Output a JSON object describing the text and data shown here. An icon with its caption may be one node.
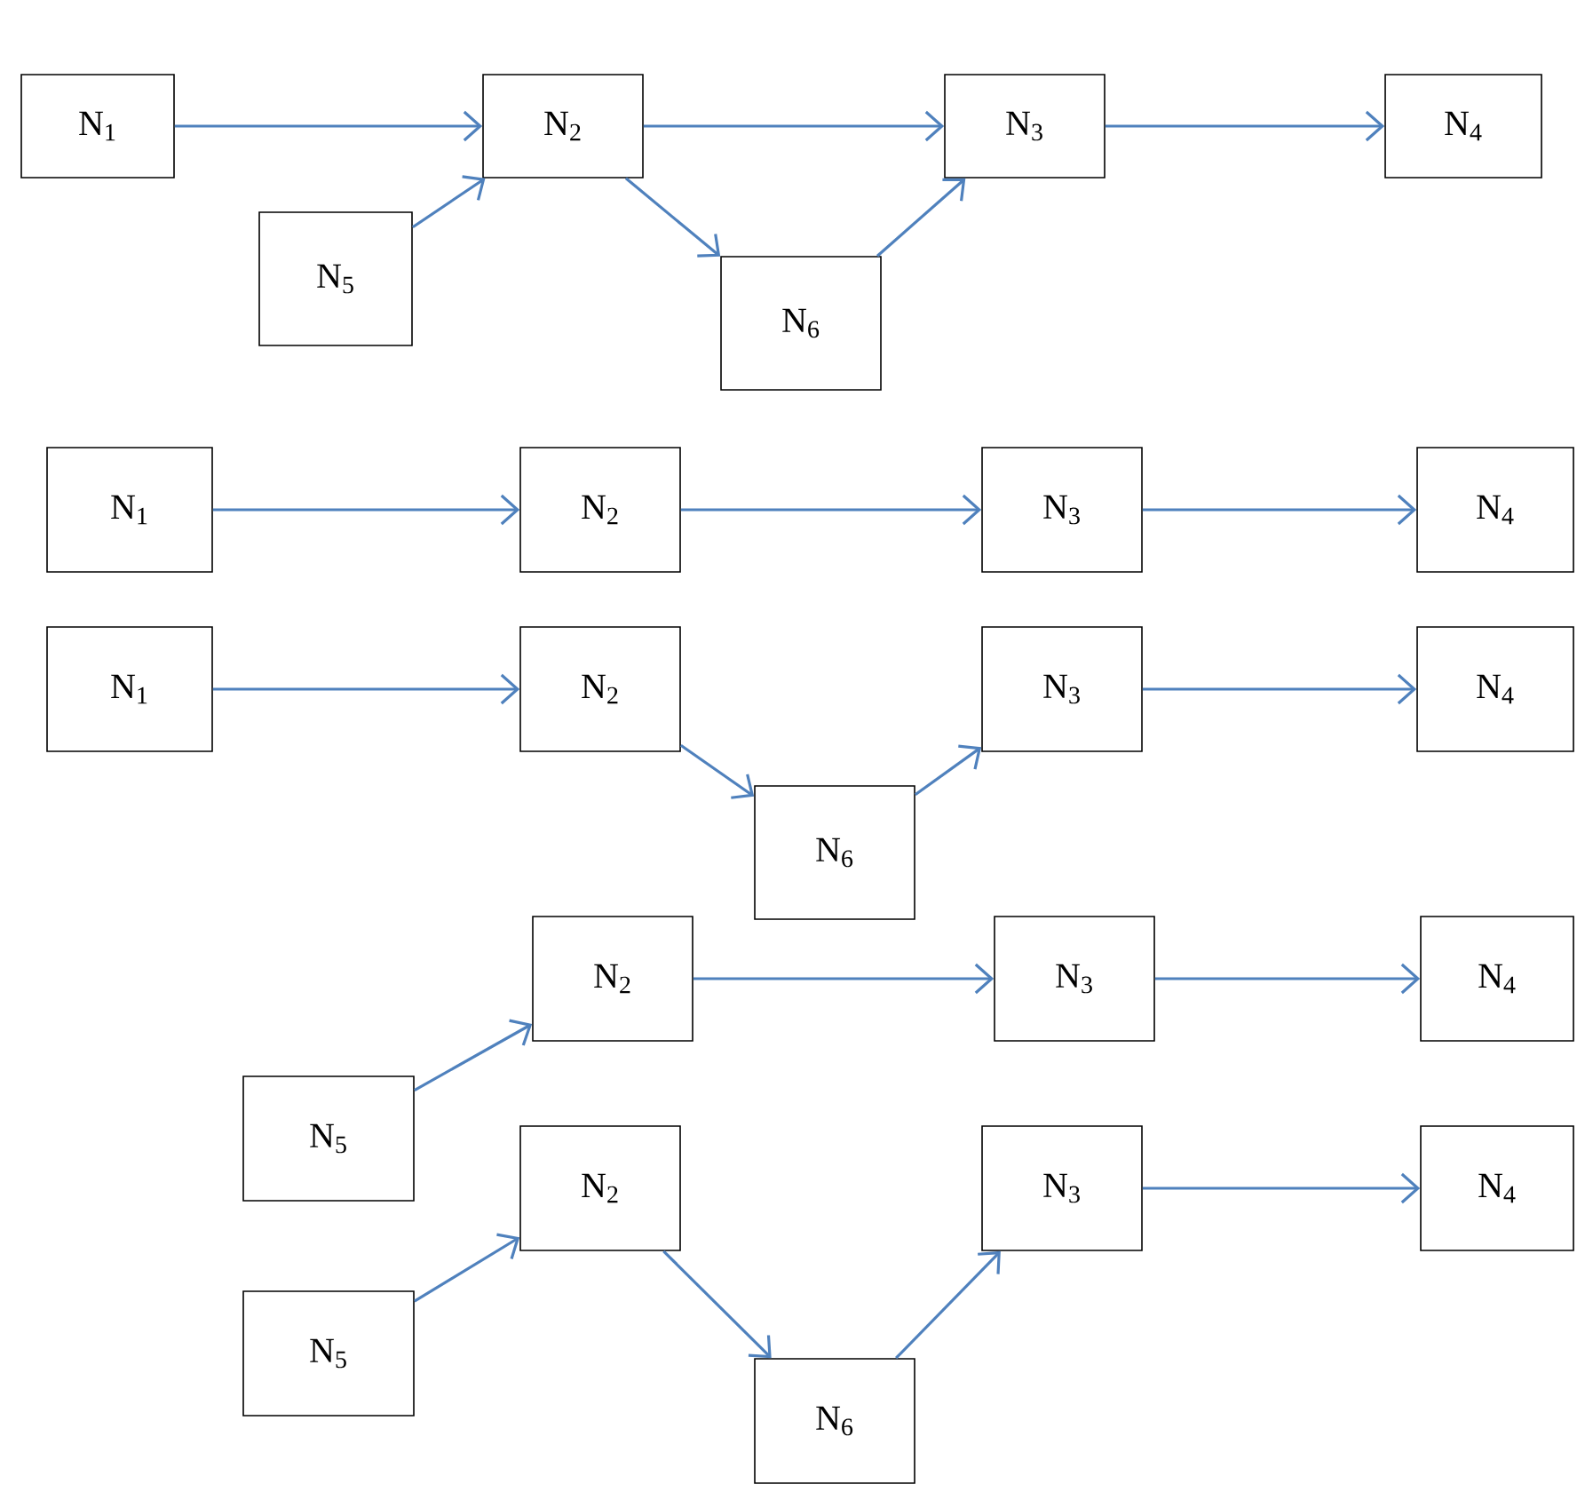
{
  "diagram": {
    "nodes": [
      {
        "text": [
          "N$_{1}$"
        ]
      },
      {
        "text": [
          "N$_{2}$"
        ]
      },
      {
        "text": [
          "N$_{3}$"
        ]
      },
      {
        "text": [
          "N$_{4}$"
        ]
      },
      {
        "text": [
          "N$_{5}$"
        ]
      },
      {
        "text": [
          "N$_{6}$"
        ]
      },
      {
        "text": [
          "N$_{1}$"
        ]
      },
      {
        "text": [
          "N$_{2}$"
        ]
      },
      {
        "text": [
          "N$_{3}$"
        ]
      },
      {
        "text": [
          "N$_{4}$"
        ]
      },
      {
        "text": [
          "N$_{1}$"
        ]
      },
      {
        "text": [
          "N$_{2}$"
        ]
      },
      {
        "text": [
          "N$_{6}$"
        ]
      },
      {
        "text": [
          "N$_{3}$"
        ]
      },
      {
        "text": [
          "N$_{4}$"
        ]
      },
      {
        "text": [
          "N$_{2}$"
        ]
      },
      {
        "text": [
          "N$_{3}$"
        ]
      },
      {
        "text": [
          "N$_{4}$"
        ]
      },
      {
        "text": [
          "N$_{5}$"
        ]
      },
      {
        "text": [
          "N$_{2}$"
        ]
      },
      {
        "text": [
          "N$_{3}$"
        ]
      },
      {
        "text": [
          "N$_{4}$"
        ]
      },
      {
        "text": [
          "N$_{5}$"
        ]
      },
      {
        "text": [
          "N$_{6}$"
        ]
      }
    ],
    "edges": [
      {
        "from": 0,
        "to": 1,
        "arrow": "to"
      },
      {
        "from": 4,
        "to": 1,
        "arrow": "to"
      },
      {
        "from": 1,
        "to": 2,
        "arrow": "to"
      },
      {
        "from": 1,
        "to": 5,
        "arrow": "to"
      },
      {
        "from": 5,
        "to": 2,
        "arrow": "to"
      },
      {
        "from": 2,
        "to": 3,
        "arrow": "to"
      },
      {
        "from": 6,
        "to": 7,
        "arrow": "to"
      },
      {
        "from": 7,
        "to": 8,
        "arrow": "to"
      },
      {
        "from": 8,
        "to": 9,
        "arrow": "to"
      },
      {
        "from": 10,
        "to": 11,
        "arrow": "to"
      },
      {
        "from": 11,
        "to": 12,
        "arrow": "to"
      },
      {
        "from": 12,
        "to": 13,
        "arrow": "to"
      },
      {
        "from": 13,
        "to": 14,
        "arrow": "to"
      },
      {
        "from": 18,
        "to": 15,
        "arrow": "to"
      },
      {
        "from": 15,
        "to": 16,
        "arrow": "to"
      },
      {
        "from": 16,
        "to": 17,
        "arrow": "to"
      },
      {
        "from": 22,
        "to": 19,
        "arrow": "to"
      },
      {
        "from": 19,
        "to": 23,
        "arrow": "to"
      },
      {
        "from": 23,
        "to": 20,
        "arrow": "to"
      },
      {
        "from": 20,
        "to": 21,
        "arrow": "to"
      }
    ]
  }
}
